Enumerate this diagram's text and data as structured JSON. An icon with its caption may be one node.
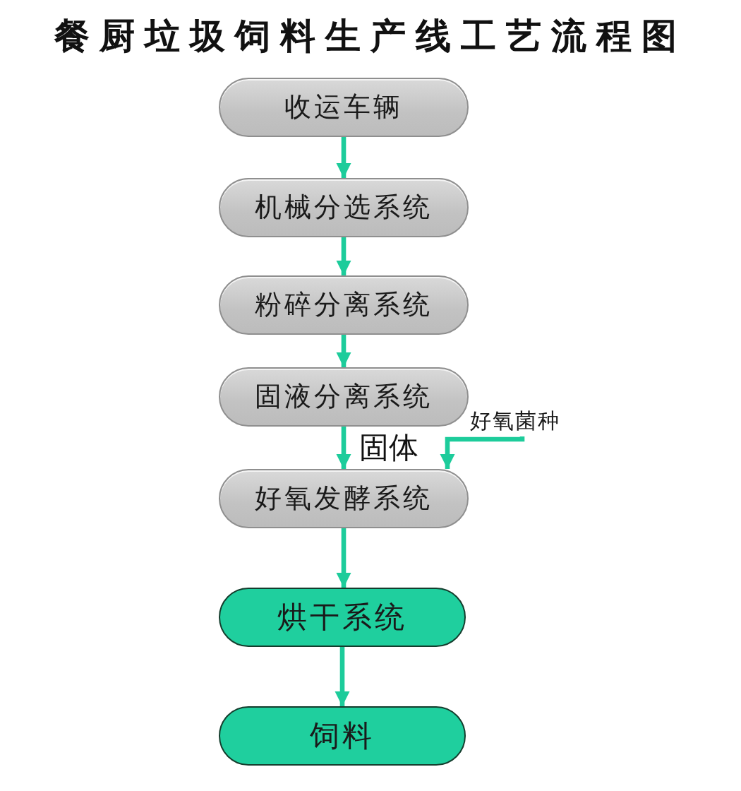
{
  "diagram": {
    "title": "餐厨垃圾饲料生产线工艺流程图",
    "nodes": [
      {
        "text": [
          "收运车辆"
        ]
      },
      {
        "text": [
          "机械分选系统"
        ]
      },
      {
        "text": [
          "粉碎分离系统"
        ]
      },
      {
        "text": [
          "固液分离系统"
        ]
      },
      {
        "text": [
          "好氧发酵系统"
        ]
      },
      {
        "text": [
          "烘干系统"
        ]
      },
      {
        "text": [
          "饲料"
        ]
      },
      {
        "text": [
          "好氧菌种"
        ]
      }
    ],
    "edges": [
      {
        "from": 0,
        "to": 1,
        "arrow": "to"
      },
      {
        "from": 1,
        "to": 2,
        "arrow": "to"
      },
      {
        "from": 2,
        "to": 3,
        "arrow": "to"
      },
      {
        "from": 3,
        "to": 4,
        "arrow": "to",
        "label": "固体"
      },
      {
        "from": 7,
        "to": 4,
        "arrow": "to"
      },
      {
        "from": 4,
        "to": 5,
        "arrow": "to"
      },
      {
        "from": 5,
        "to": 6,
        "arrow": "to"
      }
    ]
  }
}
